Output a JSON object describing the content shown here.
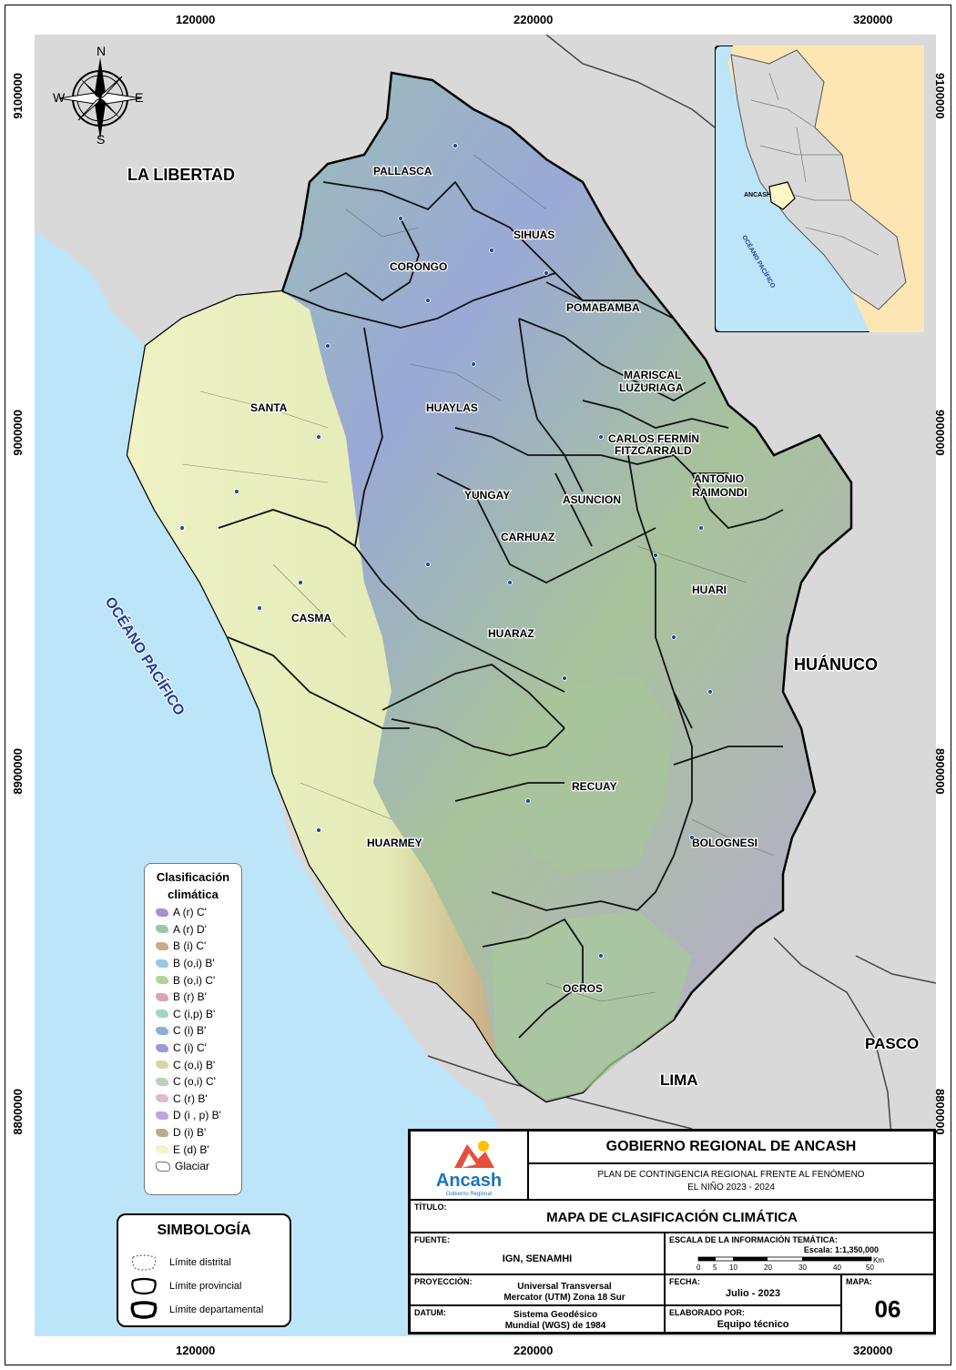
{
  "grid": {
    "x_labels": [
      "120000",
      "220000",
      "320000"
    ],
    "y_labels": [
      "9100000",
      "9000000",
      "8900000",
      "8800000"
    ]
  },
  "compass": {
    "n": "N",
    "s": "S",
    "e": "E",
    "w": "W"
  },
  "regions": {
    "la_libertad": "LA LIBERTAD",
    "huanuco": "HUÁNUCO",
    "pasco": "PASCO",
    "lima": "LIMA",
    "ocean": "OCÉANO PACÍFICO"
  },
  "provinces": {
    "pallasca": "PALLASCA",
    "sihuas": "SIHUAS",
    "corongo": "CORONGO",
    "pomabamba": "POMABAMBA",
    "mariscal": "MARISCAL",
    "luzuriaga": "LUZURIAGA",
    "santa": "SANTA",
    "huaylas": "HUAYLAS",
    "carlos1": "CARLOS FERMÍN",
    "carlos2": "FITZCARRALD",
    "antonio1": "ANTONIO",
    "antonio2": "RAIMONDI",
    "yungay": "YUNGAY",
    "asuncion": "ASUNCION",
    "carhuaz": "CARHUAZ",
    "huari": "HUARI",
    "casma": "CASMA",
    "huaraz": "HUARAZ",
    "recuay": "RECUAY",
    "huarmey": "HUARMEY",
    "bolognesi": "BOLOGNESI",
    "ocros": "OCROS"
  },
  "inset": {
    "ancash": "ANCASH",
    "ocean": "OCÉANO PACÍFICO"
  },
  "legend": {
    "title1": "Clasificación",
    "title2": "climática",
    "items": [
      {
        "label": "A (r) C'",
        "color": "#9b84cc"
      },
      {
        "label": "A (r) D'",
        "color": "#8cc49a"
      },
      {
        "label": "B (i) C'",
        "color": "#c5a27a"
      },
      {
        "label": "B (o,i) B'",
        "color": "#8cc5d8"
      },
      {
        "label": "B (o,i) C'",
        "color": "#a9cf8d"
      },
      {
        "label": "B (r) B'",
        "color": "#d49aa9"
      },
      {
        "label": "C (i,p) B'",
        "color": "#95d3b3"
      },
      {
        "label": "C (i) B'",
        "color": "#7ea7cf"
      },
      {
        "label": "C (i) C'",
        "color": "#8f8fd6"
      },
      {
        "label": "C (o,i) B'",
        "color": "#d5d29a"
      },
      {
        "label": "C (o,i) C'",
        "color": "#b5ccb0"
      },
      {
        "label": "C (r) B'",
        "color": "#d9b3c9"
      },
      {
        "label": "D (i , p) B'",
        "color": "#b99cd8"
      },
      {
        "label": "D (i) B'",
        "color": "#b3a478"
      },
      {
        "label": "E (d) B'",
        "color": "#eef3c2"
      },
      {
        "label": "Glaciar",
        "color": "#ffffff"
      }
    ]
  },
  "simbologia": {
    "title": "SIMBOLOGÍA",
    "distrital": "Límite distrital",
    "provincial": "Límite provincial",
    "departamental": "Límite departamental"
  },
  "titleblock": {
    "logo": "Ancash",
    "logo_sub": "Gobierno Regional",
    "org": "GOBIERNO REGIONAL DE ANCASH",
    "plan1": "PLAN DE CONTINGENCIA REGIONAL FRENTE AL FENÓMENO",
    "plan2": "EL NIÑO 2023 - 2024",
    "titulo_label": "TÍTULO:",
    "titulo": "MAPA DE CLASIFICACIÓN CLIMÁTICA",
    "fuente_label": "FUENTE:",
    "fuente": "IGN, SENAMHI",
    "escala_label": "ESCALA DE LA INFORMACIÓN TEMÁTICA:",
    "escala": "Escala: 1:1,350,000",
    "scale_ticks": [
      "0",
      "5",
      "10",
      "20",
      "30",
      "40",
      "50"
    ],
    "scale_unit": "Km",
    "proyeccion_label": "PROYECCIÓN:",
    "proyeccion1": "Universal Transversal",
    "proyeccion2": "Mercator (UTM) Zona 18 Sur",
    "fecha_label": "FECHA:",
    "fecha": "Julio - 2023",
    "mapa_label": "MAPA:",
    "mapa": "06",
    "datum_label": "DATUM:",
    "datum1": "Sistema Geodésico",
    "datum2": "Mundial (WGS) de 1984",
    "elaborado_label": "ELABORADO POR:",
    "elaborado": "Equipo técnico"
  }
}
